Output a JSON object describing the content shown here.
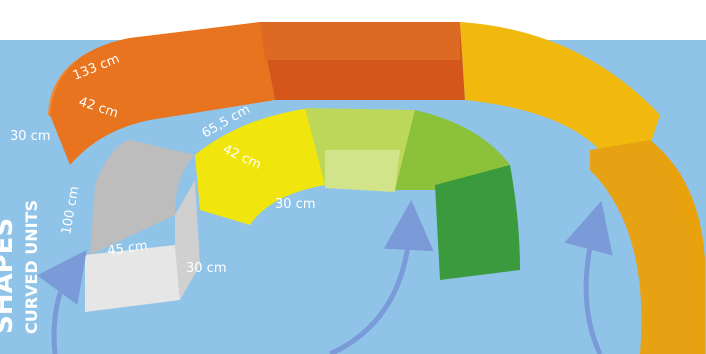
{
  "dimensions": {
    "outer_length": "133 cm",
    "outer_depth": "42 cm",
    "outer_height": "30 cm",
    "inner_length": "65,5 cm",
    "inner_depth": "42 cm",
    "inner_height": "30 cm",
    "end_height": "100 cm",
    "end_width": "45 cm",
    "end_depth": "30 cm"
  },
  "side_text": {
    "line1": "SHAPES",
    "line2": "CURVED UNITS"
  },
  "colors": {
    "background": "#8fc3e8",
    "arrow": "#7b9bd8",
    "outer_seg_1": "#e8741f",
    "outer_seg_2": "#d4561b",
    "outer_seg_3": "#f1b80e",
    "outer_seg_4": "#e9a10c",
    "inner_seg_1": "#bdbdbd",
    "inner_seg_2": "#f0e60d",
    "inner_seg_3": "#bcd75a",
    "inner_seg_4": "#8bc23a",
    "inner_seg_5": "#3b9a3e"
  }
}
